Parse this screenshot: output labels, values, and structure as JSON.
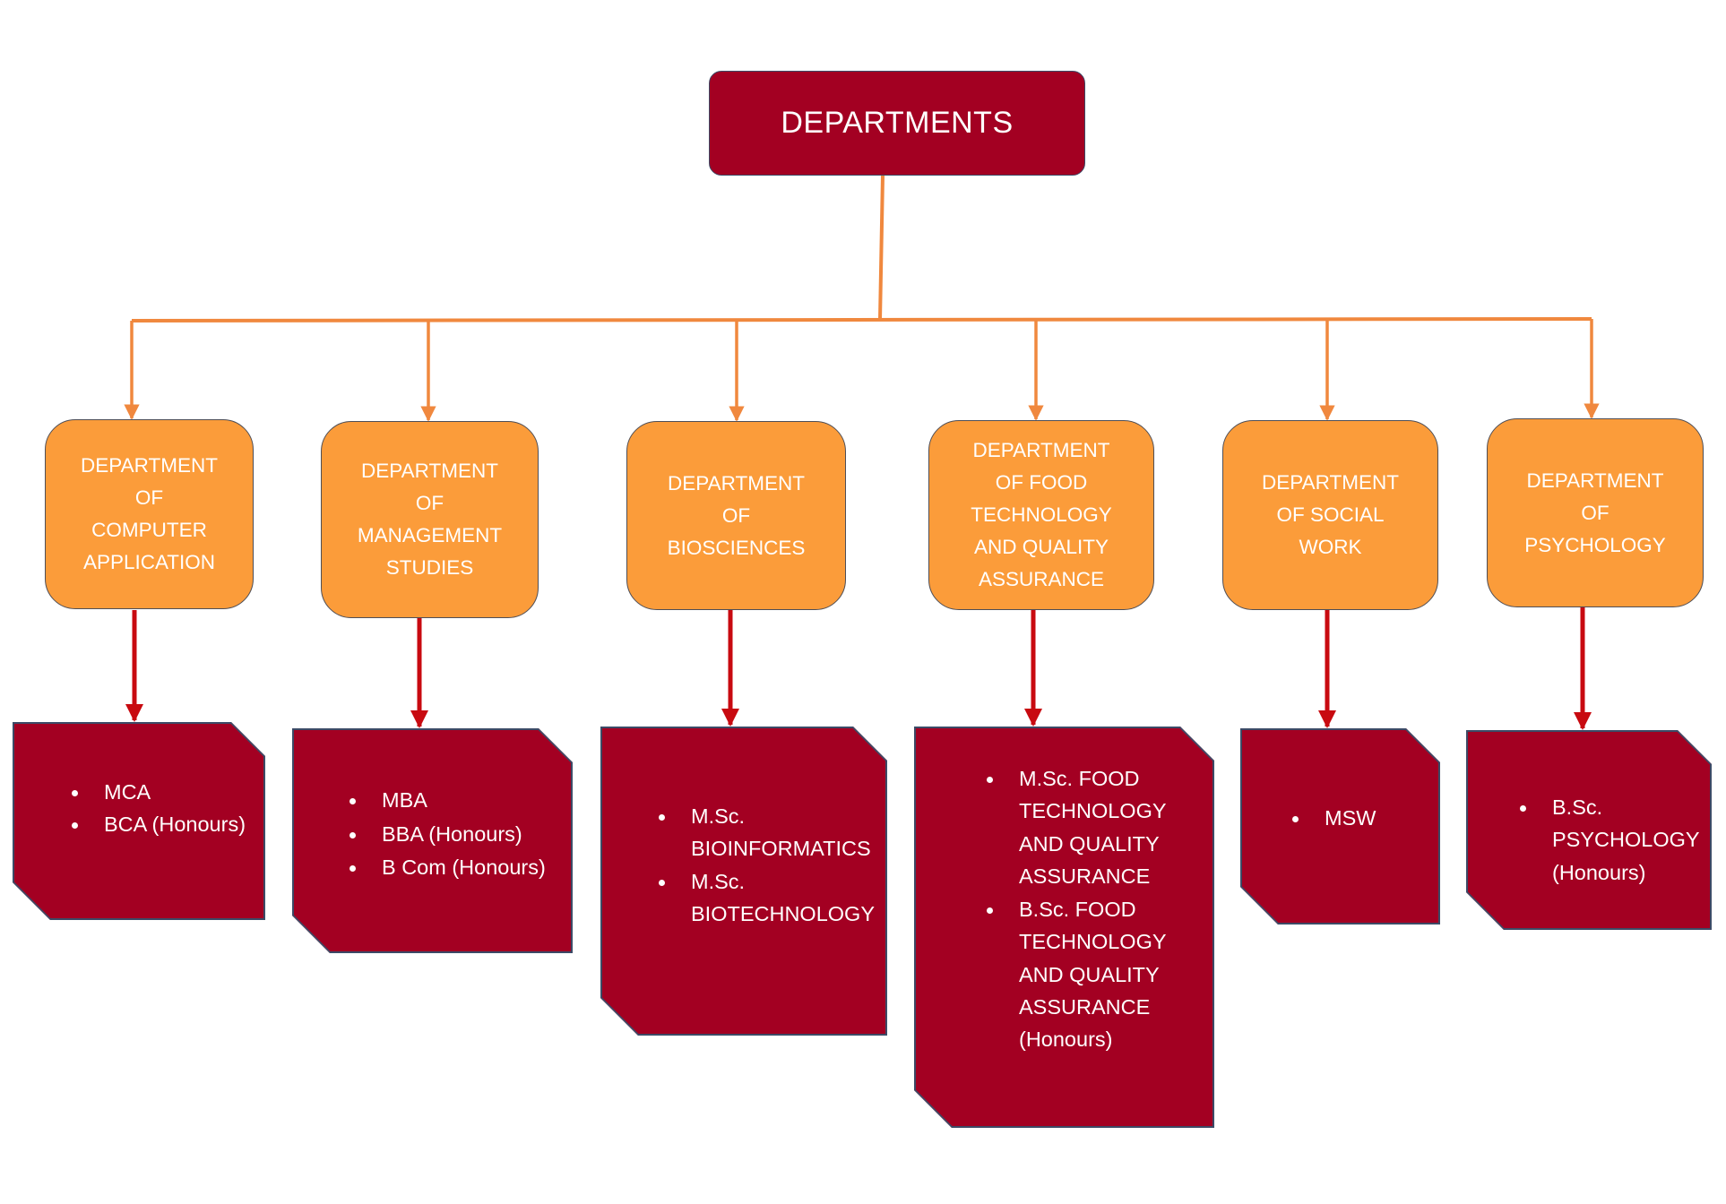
{
  "title": "DEPARTMENTS",
  "colors": {
    "root_fill": "#a30022",
    "dept_fill": "#fb9c3a",
    "program_fill": "#a30022",
    "orange_connector": "#f0883e",
    "red_connector": "#c80a10"
  },
  "departments": [
    {
      "lines": [
        "DEPARTMENT",
        "OF",
        "COMPUTER",
        "APPLICATION"
      ],
      "programs": [
        {
          "lines": [
            "MCA"
          ]
        },
        {
          "lines": [
            "BCA (Honours)"
          ]
        }
      ]
    },
    {
      "lines": [
        "DEPARTMENT",
        "OF",
        "MANAGEMENT",
        "STUDIES"
      ],
      "programs": [
        {
          "lines": [
            "MBA"
          ]
        },
        {
          "lines": [
            "BBA (Honours)"
          ]
        },
        {
          "lines": [
            "B Com (Honours)"
          ]
        }
      ]
    },
    {
      "lines": [
        "DEPARTMENT",
        "OF",
        "BIOSCIENCES"
      ],
      "programs": [
        {
          "lines": [
            "M.Sc.",
            "BIOINFORMATICS"
          ]
        },
        {
          "lines": [
            "M.Sc.",
            "BIOTECHNOLOGY"
          ]
        }
      ]
    },
    {
      "lines": [
        "DEPARTMENT",
        "OF FOOD",
        "TECHNOLOGY",
        "AND QUALITY",
        "ASSURANCE"
      ],
      "programs": [
        {
          "lines": [
            "M.Sc. FOOD",
            "TECHNOLOGY",
            "AND QUALITY",
            "ASSURANCE"
          ]
        },
        {
          "lines": [
            "B.Sc.  FOOD",
            "TECHNOLOGY",
            "AND QUALITY",
            "ASSURANCE",
            "(Honours)"
          ]
        }
      ]
    },
    {
      "lines": [
        "DEPARTMENT",
        "OF SOCIAL",
        "WORK"
      ],
      "programs": [
        {
          "lines": [
            "MSW"
          ]
        }
      ]
    },
    {
      "lines": [
        "DEPARTMENT",
        "OF",
        "PSYCHOLOGY"
      ],
      "programs": [
        {
          "lines": [
            "B.Sc.",
            "PSYCHOLOGY",
            "(Honours)"
          ]
        }
      ]
    }
  ]
}
